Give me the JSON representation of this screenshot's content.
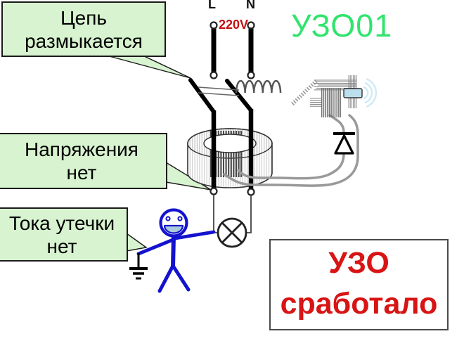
{
  "header": {
    "title": "УЗО01",
    "phase_label": "L",
    "neutral_label": "N",
    "voltage_label": "220V"
  },
  "callouts": [
    {
      "id": "circuit-opens",
      "lines": [
        "Цепь",
        "размыкается"
      ]
    },
    {
      "id": "no-voltage",
      "lines": [
        "Напряжения",
        "нет"
      ]
    },
    {
      "id": "no-leakage",
      "lines": [
        "Тока утечки",
        "нет"
      ]
    }
  ],
  "status_box": {
    "lines": [
      "УЗО",
      "сработало"
    ]
  },
  "colors": {
    "callout_bg": "#d8f3cf",
    "callout_border": "#1a1a1a",
    "title_green": "#30e46d",
    "alert_red": "#d81414",
    "voltage_red": "#c41111",
    "wire_black": "#000000",
    "secondary_wire_gray": "#999999",
    "figure_blue": "#1313ce",
    "plunger_blue": "#bcdfee"
  },
  "diagram": {
    "components": [
      "phase-terminal",
      "neutral-terminal",
      "breaker-contacts",
      "trip-linkage",
      "trip-coil",
      "differential-transformer",
      "secondary-winding",
      "relay-electromagnet",
      "relay-plunger",
      "diode",
      "lamp",
      "person-stick-figure",
      "earth-ground"
    ]
  }
}
